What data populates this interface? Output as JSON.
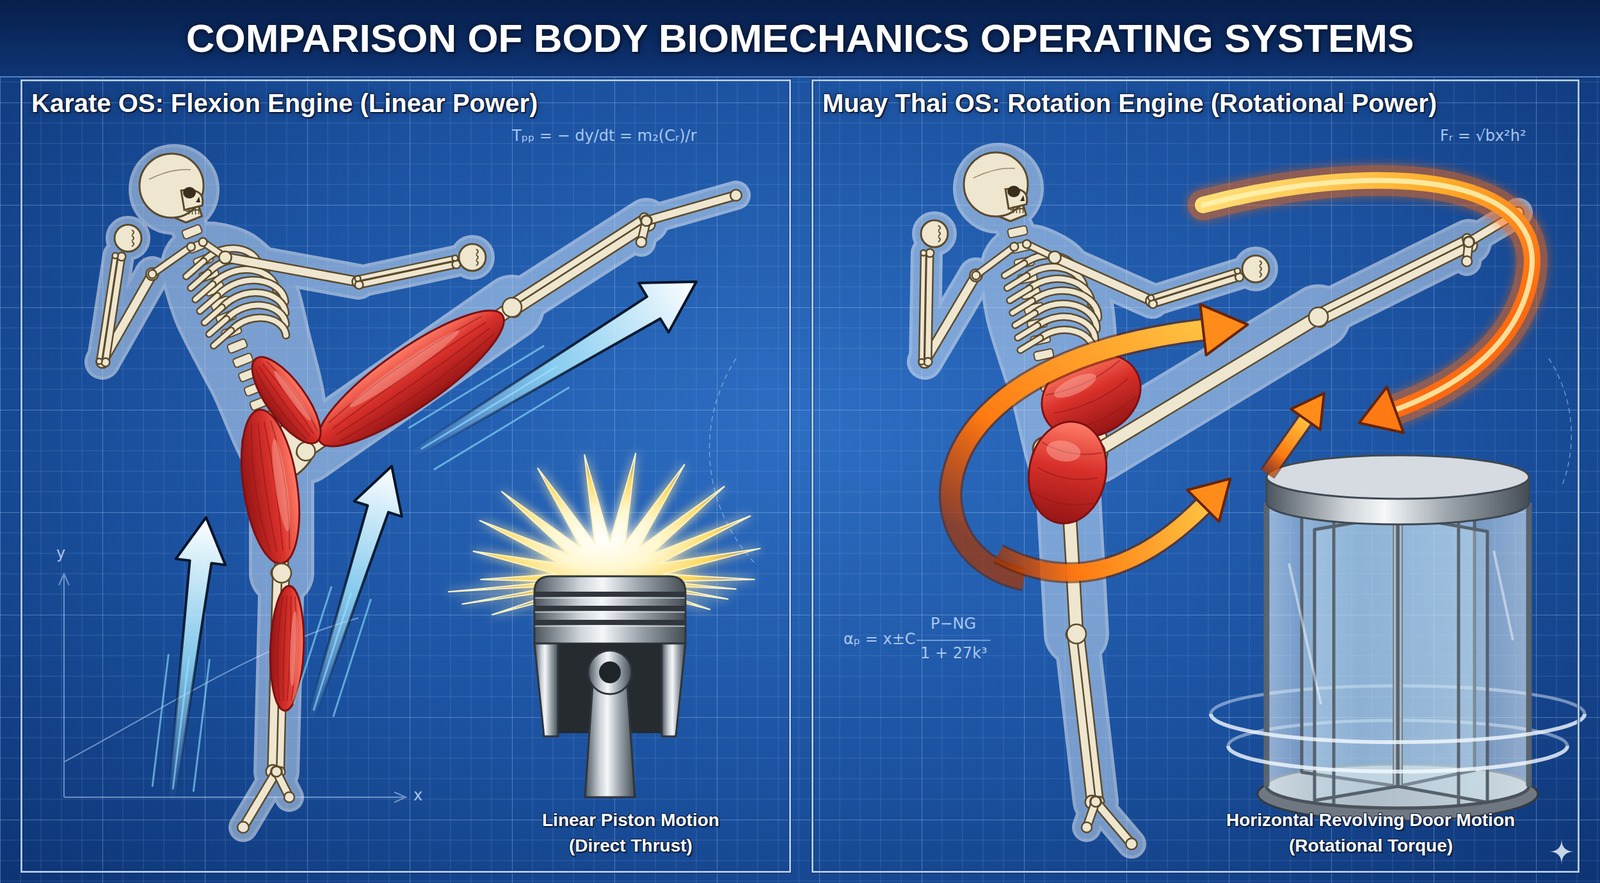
{
  "diagram": {
    "title": "COMPARISON OF BODY BIOMECHANICS OPERATING SYSTEMS",
    "nodes": [
      {
        "text": [
          "Karate OS: Flexion Engine (Linear Power)"
        ]
      },
      {
        "text": [
          "Muay Thai OS: Rotation Engine (Rotational Power)"
        ]
      }
    ],
    "labels": [
      "Linear Piston Motion",
      "(Direct Thrust)",
      "Horizontal Revolving Door Motion",
      "(Rotational Torque)",
      "Tₚₚ = − dy/dt = m₂(Cᵣ)/r",
      "Fᵣ = √bx²h²",
      "αₚ = x±C",
      "P−NG",
      "1 + 27k³",
      "y",
      "x"
    ]
  }
}
